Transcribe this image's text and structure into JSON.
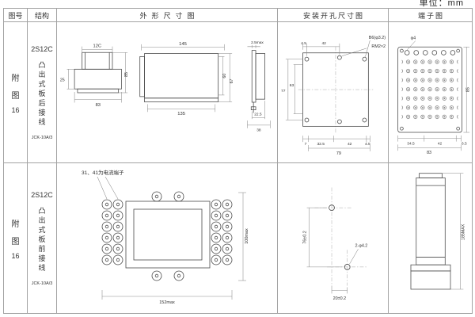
{
  "unit_label": "单位：mm",
  "header": {
    "fig_no": "图号",
    "structure": "结构",
    "outline": "外形尺寸图",
    "mounting": "安装开孔尺寸图",
    "terminal": "端子图"
  },
  "rows": [
    {
      "fig": [
        "附",
        "图",
        "16"
      ],
      "model": "2S12C",
      "mount_desc": "凸出式板后接线",
      "type_code": "JCK-10A/3",
      "outline": {
        "top_width": "12C",
        "side_step": "25",
        "base_width": "83",
        "height": "85",
        "total_length": "145",
        "body_length": "135",
        "inner_height": "60",
        "outer_height": "67",
        "panel_gap": "2.5max",
        "depth1": "22.5",
        "depth2": "38"
      },
      "mounting": {
        "edge_offset_top": "4.5",
        "hole_pitch_top": "42",
        "hole_label": "B6(φ3.2)",
        "thread_label": "RM2×2",
        "height_outer": "77",
        "height_inner": "63",
        "offset_left": "7",
        "pitch1": "32.5",
        "pitch2": "42",
        "edge_offset_bottom": "4.5",
        "total_width": "79"
      },
      "terminal": {
        "hole_dia": "φ4",
        "pitch1": "34.5",
        "pitch2": "42",
        "edge": "6.5",
        "total_width": "83",
        "height": "85"
      }
    },
    {
      "fig": [
        "附",
        "图",
        "16"
      ],
      "model": "2S12C",
      "mount_desc": "凸出式板前接线",
      "type_code": "JCK-10A/3",
      "outline": {
        "note": "31、41为电流端子",
        "total_width": "152max",
        "total_height": "100max"
      },
      "mounting": {
        "vertical_pitch": "76±0.2",
        "holes_label": "2-φ4.2",
        "horizontal_offset": "20±0.2"
      },
      "terminal": {
        "height": "185MAX"
      }
    }
  ]
}
